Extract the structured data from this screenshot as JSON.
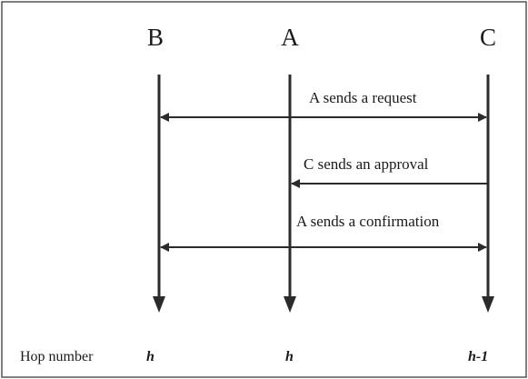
{
  "nodes": [
    {
      "label": "B"
    },
    {
      "label": "A"
    },
    {
      "label": "C"
    }
  ],
  "messages": [
    {
      "label": "A sends a request",
      "from": "A",
      "to": [
        "B",
        "C"
      ]
    },
    {
      "label": "C sends an approval",
      "from": "C",
      "to": [
        "A"
      ]
    },
    {
      "label": "A sends a confirmation",
      "from": "A",
      "to": [
        "B",
        "C"
      ]
    }
  ],
  "hop_row": {
    "label": "Hop number",
    "values": [
      "h",
      "h",
      "h-1"
    ]
  },
  "colors": {
    "line": "#2b2b2b",
    "text": "#1a1a1a",
    "frame": "#555555"
  }
}
